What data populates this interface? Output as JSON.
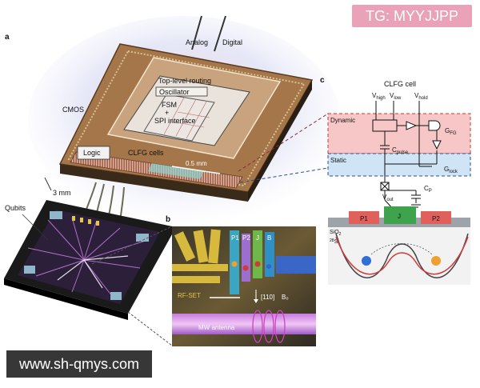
{
  "watermarks": {
    "tag": "TG: MYYJJPP",
    "url": "www.sh-qmys.com"
  },
  "panel_a": {
    "letter": "a",
    "analog": "Analog",
    "digital": "Digital",
    "cmos": "CMOS",
    "top_routing": "Top-level routing",
    "oscillator": "Oscillator",
    "fsm_l1": "FSM",
    "fsm_l2": "+",
    "fsm_l3": "SPI interface",
    "logic": "Logic",
    "clfg_cells": "CLFG cells",
    "scale": "0.5 mm",
    "size": "3 mm",
    "qubits": "Qubits"
  },
  "panel_b": {
    "letter": "b",
    "p1": "P1",
    "p2": "P2",
    "j": "J",
    "b": "B",
    "rf_set": "RF-SET",
    "dir": "[110]",
    "b0": "B₀",
    "mw": "MW antenna"
  },
  "panel_c": {
    "letter": "c",
    "title": "CLFG cell",
    "vhigh": "V",
    "vhigh_sub": "high",
    "vlow": "V",
    "vlow_sub": "low",
    "vhold": "V",
    "vhold_sub": "hold",
    "dynamic": "Dynamic",
    "static": "Static",
    "gfg": "G",
    "gfg_sub": "FG",
    "cpulse": "C",
    "cpulse_sub": "pulse",
    "glock": "G",
    "glock_sub": "lock",
    "vout": "V",
    "vout_sub": "out",
    "cp": "C",
    "cp_sub": "P",
    "p1": "P1",
    "j": "J",
    "p2": "P2",
    "sio2": "SiO",
    "sio2_sub": "2",
    "si28_sup": "28",
    "si28": "Si"
  },
  "colors": {
    "dynamic_fill": "#f7c6c6",
    "static_fill": "#cfe4f5",
    "p_gate": "#e0605c",
    "j_gate": "#3fa34d",
    "spin_blue": "#2f6fd6",
    "spin_orange": "#f0a030"
  }
}
